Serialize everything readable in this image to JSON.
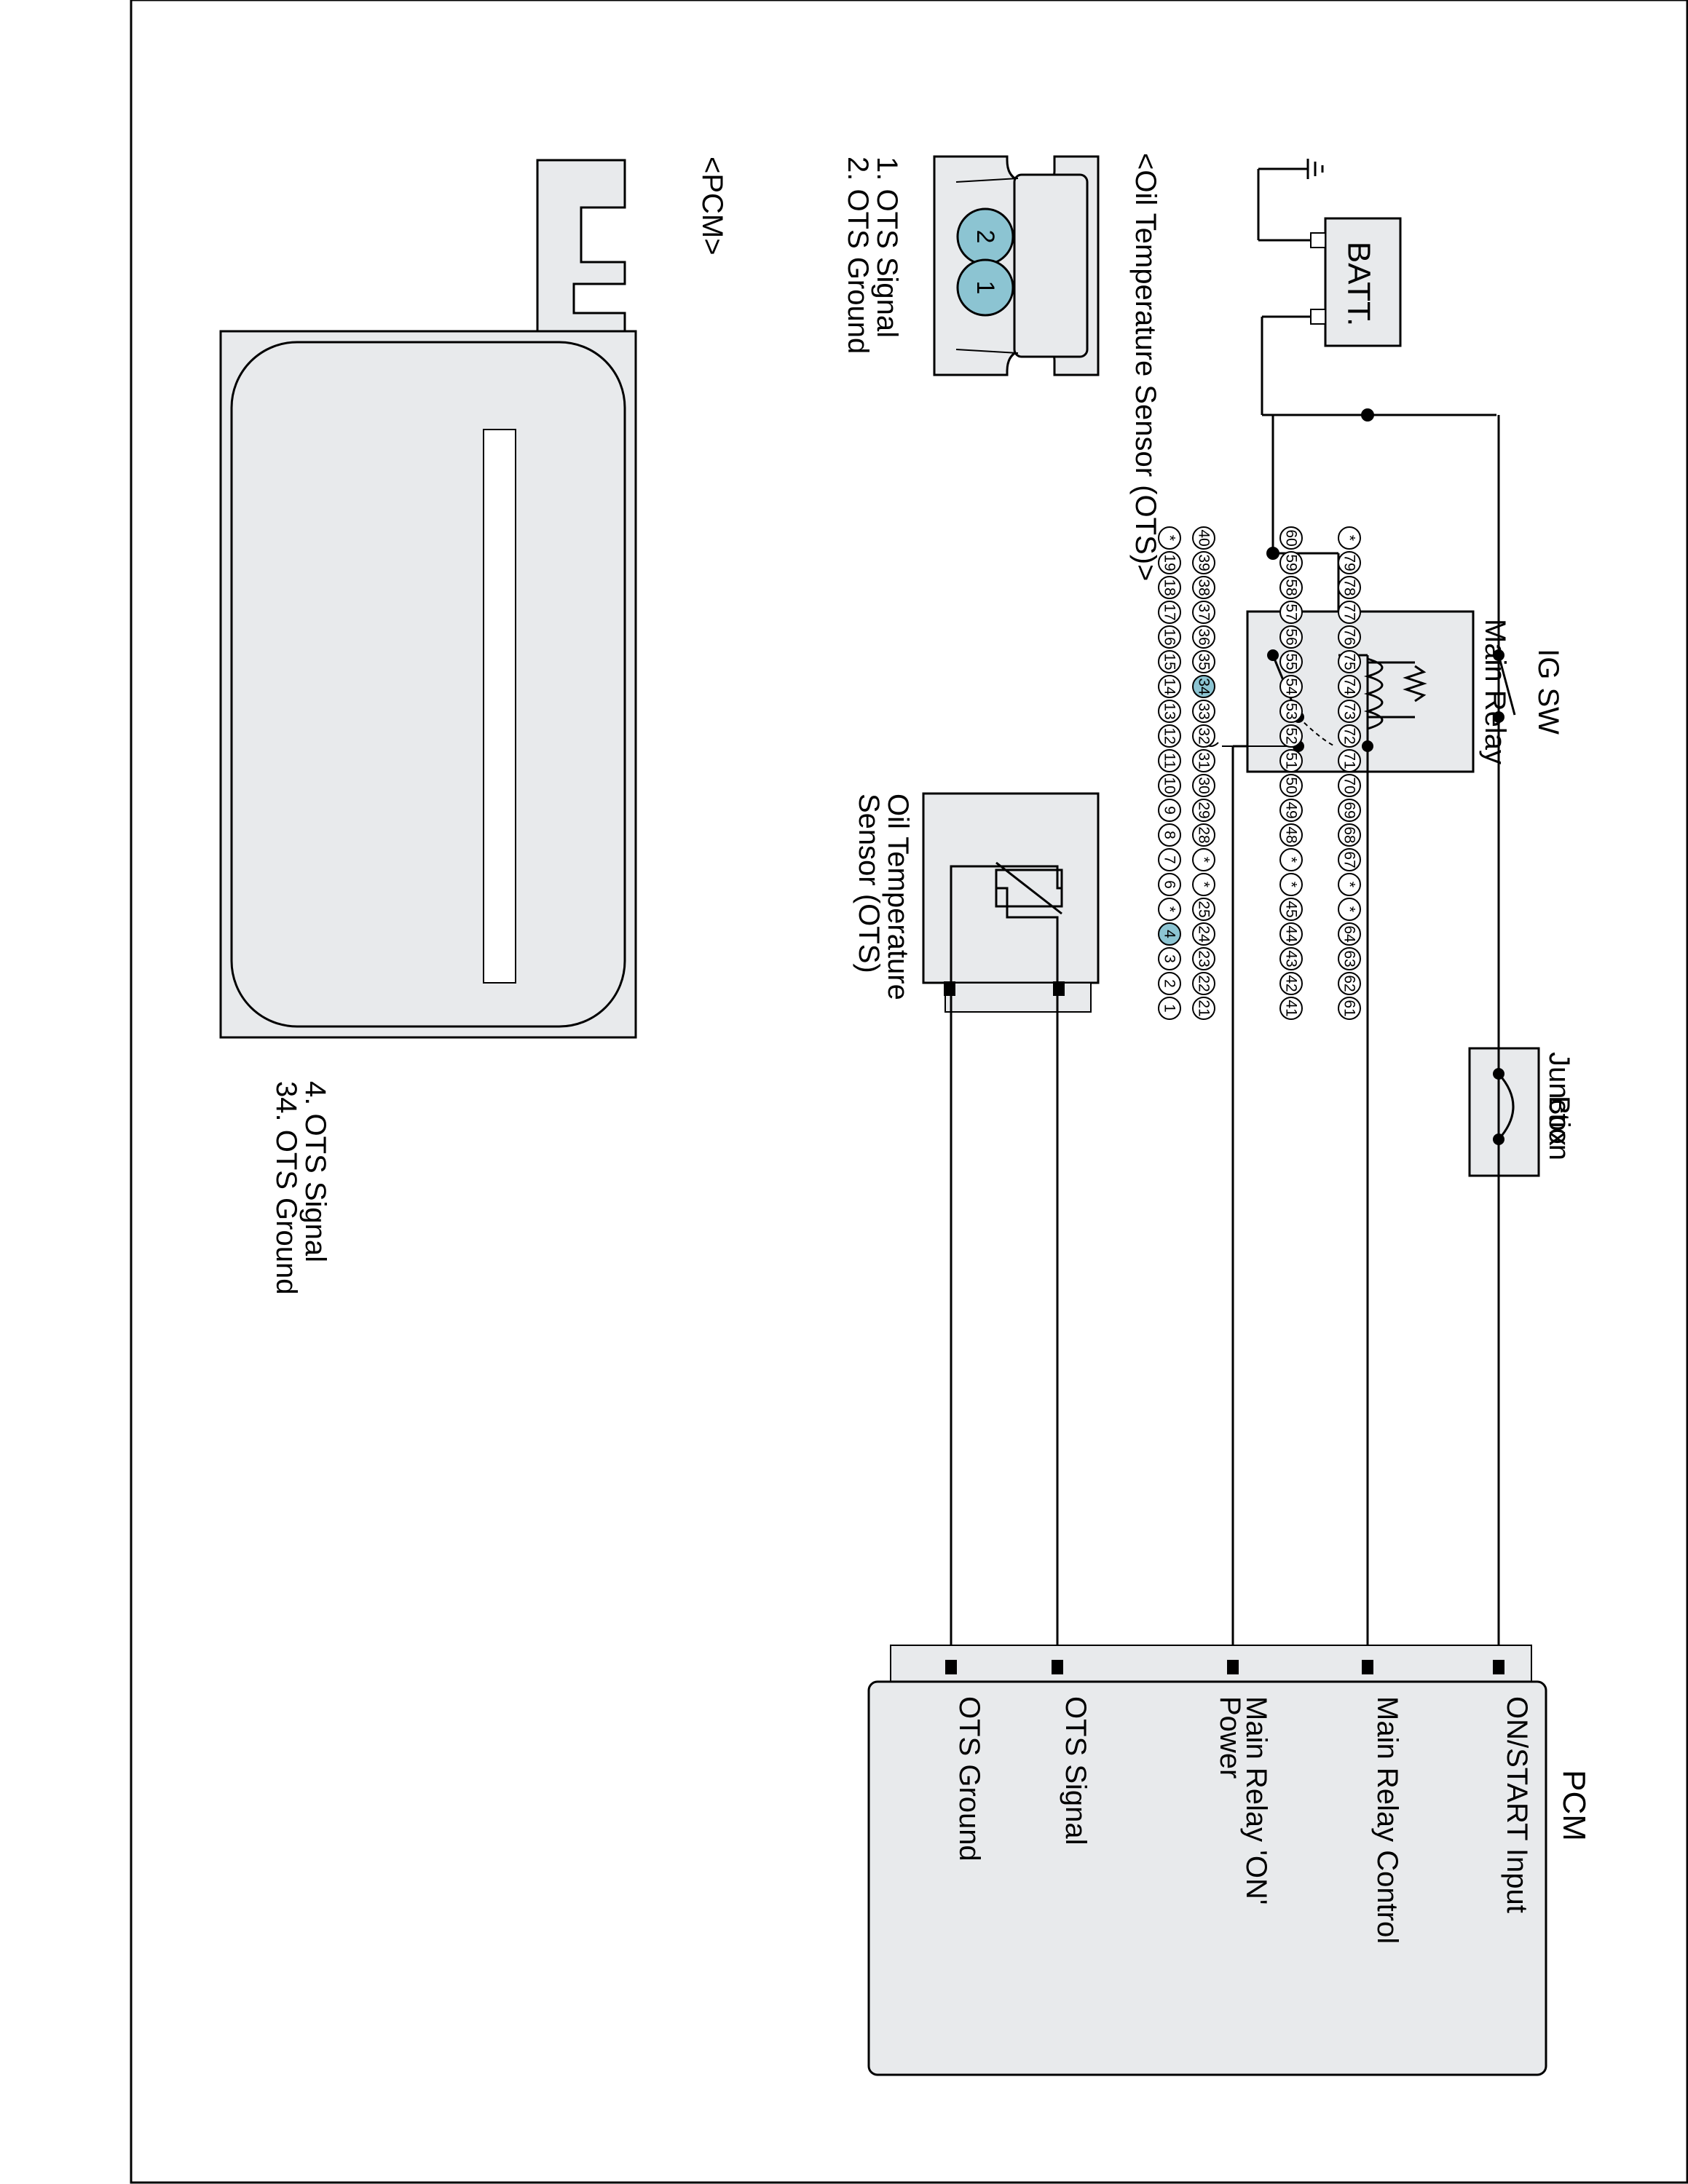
{
  "colors": {
    "wire": "#000000",
    "body_fill": "#e8eaec",
    "highlight": "#8cc4d2"
  },
  "pcm_box": {
    "title": "PCM",
    "terminals": [
      "ON/START Input",
      "Main Relay Control",
      "Main Relay 'ON'",
      "Power",
      "OTS Signal",
      "OTS Ground"
    ]
  },
  "components": {
    "battery": "BATT.",
    "battery_pos": "⊞",
    "battery_neg": "⊟",
    "ig_sw": "IG SW",
    "main_relay": "Main Relay",
    "junction_box_1": "Junction",
    "junction_box_2": "Box",
    "ots_1": "Oil Temperature",
    "ots_2": "Sensor (OTS)"
  },
  "ots_connector": {
    "title": "<Oil Temperature Sensor (OTS)>",
    "pins": [
      "1",
      "2"
    ],
    "legend": [
      "1. OTS Signal",
      "2. OTS Ground"
    ]
  },
  "pcm_connector": {
    "title": "<PCM>",
    "row_a": [
      "1",
      "2",
      "3",
      "4",
      "*",
      "6",
      "7",
      "8",
      "9",
      "10",
      "11",
      "12",
      "13",
      "14",
      "15",
      "16",
      "17",
      "18",
      "19",
      "*"
    ],
    "row_b": [
      "21",
      "22",
      "23",
      "24",
      "25",
      "*",
      "*",
      "28",
      "29",
      "30",
      "31",
      "32",
      "33",
      "34",
      "35",
      "36",
      "37",
      "38",
      "39",
      "40"
    ],
    "row_c": [
      "41",
      "42",
      "43",
      "44",
      "45",
      "*",
      "*",
      "48",
      "49",
      "50",
      "51",
      "52",
      "53",
      "54",
      "55",
      "56",
      "57",
      "58",
      "59",
      "60"
    ],
    "row_d": [
      "61",
      "62",
      "63",
      "64",
      "*",
      "*",
      "67",
      "68",
      "69",
      "70",
      "71",
      "72",
      "73",
      "74",
      "75",
      "76",
      "77",
      "78",
      "79",
      "*"
    ],
    "highlighted": [
      "4",
      "34"
    ],
    "legend": [
      "4. OTS Signal",
      "34. OTS Ground"
    ]
  }
}
